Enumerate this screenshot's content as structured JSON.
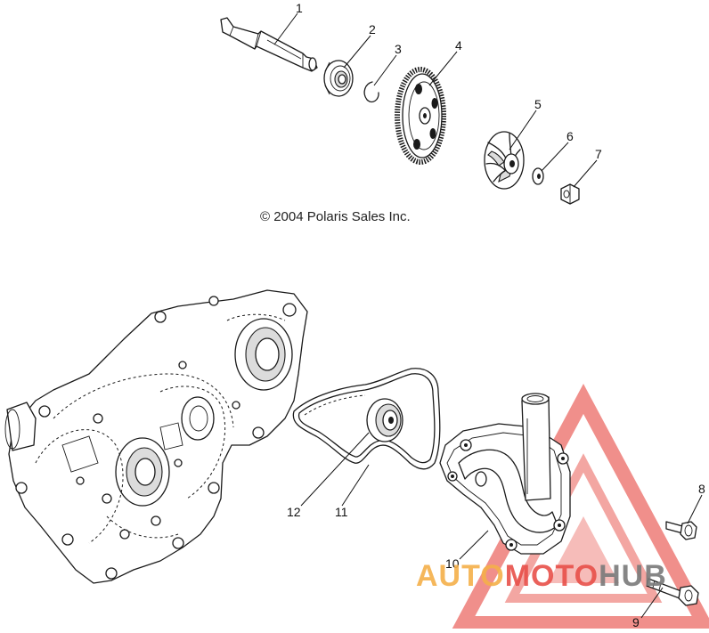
{
  "copyright": "© 2004 Polaris Sales Inc.",
  "watermark": {
    "part1": "AUTO",
    "part2": "MOTO",
    "part3": "HUB",
    "color_orange": "#f5b04a",
    "color_red": "#e8504a",
    "color_gray": "#7a7a7a"
  },
  "callouts": [
    "1",
    "2",
    "3",
    "4",
    "5",
    "6",
    "7",
    "8",
    "9",
    "10",
    "11",
    "12"
  ],
  "icons": {
    "shaft": "water-pump-shaft-icon",
    "bearing": "bearing-icon",
    "snap_ring": "snap-ring-icon",
    "gear": "drive-gear-icon",
    "impeller": "impeller-icon",
    "washer": "washer-icon",
    "nut": "nut-icon",
    "bolt_short": "bolt-icon",
    "bolt_long": "bolt-icon",
    "pump_cover": "water-pump-cover-icon",
    "gasket": "gasket-icon",
    "seal": "seal-icon",
    "crankcase": "crankcase-cover-icon"
  }
}
